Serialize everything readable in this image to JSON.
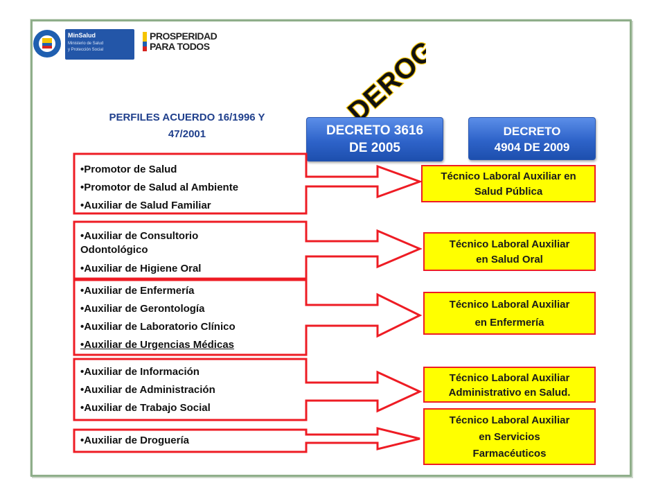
{
  "logos": {
    "minsalud_name": "MinSalud",
    "minsalud_sub1": "Ministerio de Salud",
    "minsalud_sub2": "y Protección Social",
    "prosperidad_line1": "PROSPERIDAD",
    "prosperidad_line2": "PARA TODOS"
  },
  "stamp": "DEROGADO",
  "perfiles_title_line1": "PERFILES ACUERDO 16/1996 Y",
  "perfiles_title_line2": "47/2001",
  "decreto_3616": {
    "line1": "DECRETO 3616",
    "line2": "DE 2005"
  },
  "decreto_4904": {
    "line1": "DECRETO",
    "line2": "4904 DE 2009"
  },
  "groups": [
    {
      "items": [
        "•Promotor de Salud",
        "•Promotor de Salud al Ambiente",
        "•Auxiliar de Salud Familiar"
      ]
    },
    {
      "items": [
        "•Auxiliar de Consultorio",
        "Odontológico",
        "•Auxiliar de Higiene Oral"
      ]
    },
    {
      "items": [
        "•Auxiliar de Enfermería",
        "•Auxiliar de Gerontología",
        "•Auxiliar de Laboratorio Clínico",
        "•Auxiliar de Urgencias Médicas"
      ]
    },
    {
      "items": [
        "•Auxiliar de Información",
        "•Auxiliar de Administración",
        "•Auxiliar de Trabajo Social"
      ]
    },
    {
      "items": [
        "•Auxiliar de Droguería"
      ]
    }
  ],
  "outcomes": [
    {
      "line1": "Técnico Laboral Auxiliar en",
      "line2": "Salud Pública"
    },
    {
      "line1": "Técnico Laboral  Auxiliar",
      "line2": "en Salud Oral"
    },
    {
      "line1": "Técnico Laboral  Auxiliar",
      "line2": "en Enfermería"
    },
    {
      "line1": "Técnico Laboral  Auxiliar",
      "line2": "Administrativo en Salud."
    },
    {
      "line1": "Técnico Laboral Auxiliar",
      "line2": "en Servicios",
      "line3": "Farmacéuticos"
    }
  ],
  "colors": {
    "arrow_red": "#ee1c24",
    "outcome_fill": "#ffff00",
    "title_blue": "#1f3f8c",
    "button_blue": "#2e63c9",
    "slide_border": "#8fae8a"
  }
}
